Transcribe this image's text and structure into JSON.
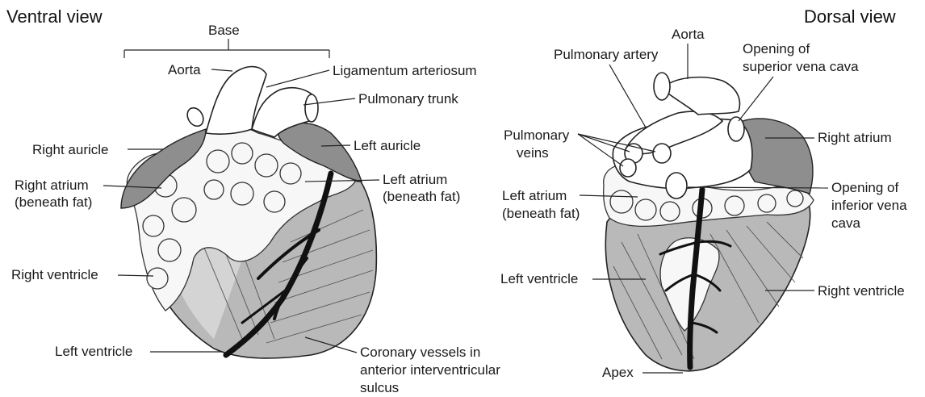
{
  "ventral": {
    "title": "Ventral view",
    "labels": {
      "base": "Base",
      "aorta": "Aorta",
      "ligamentum_line1": "Ligamentum arteriosum",
      "pulmonary_trunk": "Pulmonary trunk",
      "right_auricle": "Right auricle",
      "left_auricle": "Left auricle",
      "right_atrium_line1": "Right atrium",
      "right_atrium_line2": "(beneath fat)",
      "left_atrium_line1": "Left atrium",
      "left_atrium_line2": "(beneath fat)",
      "right_ventricle": "Right ventricle",
      "left_ventricle": "Left ventricle",
      "coronary_line1": "Coronary vessels in",
      "coronary_line2": "anterior interventricular",
      "coronary_line3": "sulcus"
    }
  },
  "dorsal": {
    "title": "Dorsal view",
    "labels": {
      "aorta": "Aorta",
      "pulmonary_artery": "Pulmonary artery",
      "svc_line1": "Opening of",
      "svc_line2": "superior vena cava",
      "pulmonary_veins_line1": "Pulmonary",
      "pulmonary_veins_line2": "veins",
      "right_atrium": "Right atrium",
      "left_atrium_line1": "Left atrium",
      "left_atrium_line2": "(beneath fat)",
      "ivc_line1": "Opening of",
      "ivc_line2": "inferior vena",
      "ivc_line3": "cava",
      "left_ventricle": "Left ventricle",
      "right_ventricle": "Right ventricle",
      "apex": "Apex"
    }
  }
}
